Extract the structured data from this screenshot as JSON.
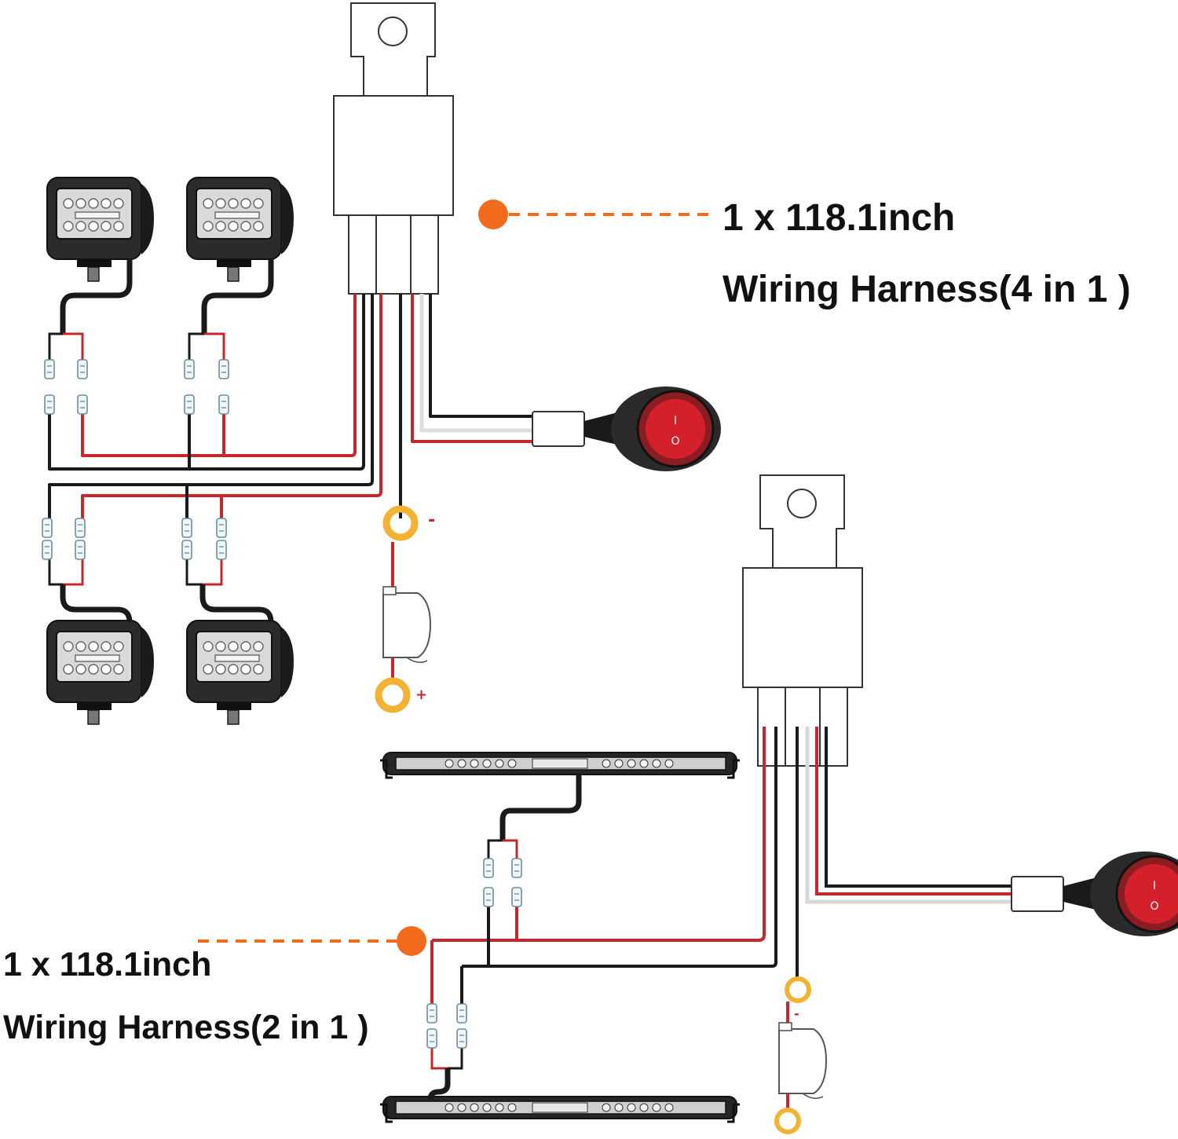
{
  "captions": {
    "harness_4in1": {
      "line1": "1 x 118.1inch",
      "line2": "Wiring Harness(4 in 1 )"
    },
    "harness_2in1": {
      "line1": "1 x 118.1inch",
      "line2": "Wiring Harness(2 in 1 )"
    }
  },
  "terminals": {
    "negative": "-",
    "positive": "+"
  },
  "colors": {
    "wire_red": "#c4282d",
    "wire_black": "#1a1a1a",
    "wire_white": "#d8d8d8",
    "callout_orange": "#f26b1d",
    "ring_terminal": "#f2b233",
    "switch_red": "#d4202a",
    "light_housing": "#2a2a2a",
    "connector_blue": "#cfe6ef"
  }
}
